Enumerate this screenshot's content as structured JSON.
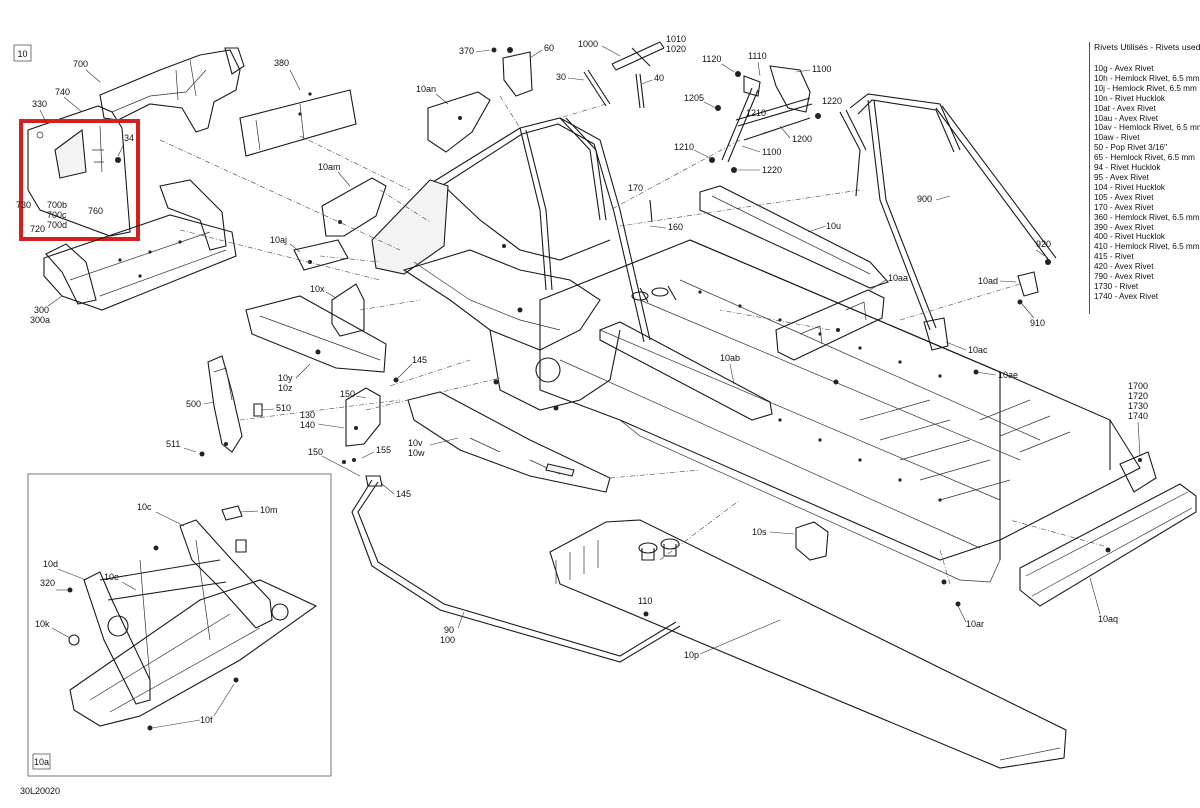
{
  "diagram": {
    "code": "30L20020",
    "main_view_tag": "10",
    "inset_tag": "10a"
  },
  "legend": {
    "title": "Rivets Utilisés - Rivets used",
    "items": [
      "10g - Avex Rivet",
      "10h - Hemlock Rivet, 6.5 mm",
      "10j - Hemlock Rivet, 6.5 mm",
      "10n - Rivet Hucklok",
      "10at - Avex Rivet",
      "10au - Avex Rivet",
      "10av - Hemlock Rivet, 6.5 mm",
      "10aw - Rivet",
      "50 - Pop Rivet 3/16\"",
      "65 - Hemlock Rivet, 6.5 mm",
      "94 - Rivet Hucklok",
      "95 - Avex Rivet",
      "104 - Rivet Hucklok",
      "105 - Avex Rivet",
      "170 - Avex Rivet",
      "360 - Hemlock Rivet, 6.5 mm",
      "390 - Avex Rivet",
      "400 - Rivet Hucklok",
      "410 - Hemlock Rivet, 6.5 mm",
      "415 - Rivet",
      "420 - Avex Rivet",
      "790 - Avex Rivet",
      "1730 - Rivet",
      "1740 - Avex Rivet"
    ]
  },
  "callouts": {
    "c700": "700",
    "c740": "740",
    "c330": "330",
    "c34": "34",
    "c730": "730",
    "c700b": "700b",
    "c700c": "700c",
    "c700d": "700d",
    "c760": "760",
    "c720": "720",
    "c300": "300",
    "c300a": "300a",
    "c380": "380",
    "c370": "370",
    "c60": "60",
    "c1000": "1000",
    "c1010": "1010",
    "c1020": "1020",
    "c30": "30",
    "c40": "40",
    "c10an": "10an",
    "c1120": "1120",
    "c1110": "1110",
    "c1100a": "1100",
    "c1205": "1205",
    "c1210a": "1210",
    "c1200": "1200",
    "c1220a": "1220",
    "c1210b": "1210",
    "c1100b": "1100",
    "c1220b": "1220",
    "c10am": "10am",
    "c10aj": "10aj",
    "c170": "170",
    "c160": "160",
    "c10u": "10u",
    "c900": "900",
    "c920": "920",
    "c10ad": "10ad",
    "c910": "910",
    "c10aa": "10aa",
    "c10ac": "10ac",
    "c10ae": "10ae",
    "c10x": "10x",
    "c145a": "145",
    "c500": "500",
    "c10y": "10y",
    "c10z": "10z",
    "c150a": "150",
    "c510": "510",
    "c130": "130",
    "c140": "140",
    "c511": "511",
    "c155": "155",
    "c150b": "150",
    "c145b": "145",
    "c10v": "10v",
    "c10w": "10w",
    "c10ab": "10ab",
    "c1700": "1700",
    "c1720": "1720",
    "c1730": "1730",
    "c1740": "1740",
    "c10s": "10s",
    "c10ar": "10ar",
    "c10aq": "10aq",
    "c110": "110",
    "c90": "90",
    "c100": "100",
    "c10p": "10p",
    "c10c": "10c",
    "c10m": "10m",
    "c10d": "10d",
    "c10e": "10e",
    "c320": "320",
    "c10k": "10k",
    "c10f": "10f"
  },
  "highlight": {
    "color": "#d62020"
  }
}
